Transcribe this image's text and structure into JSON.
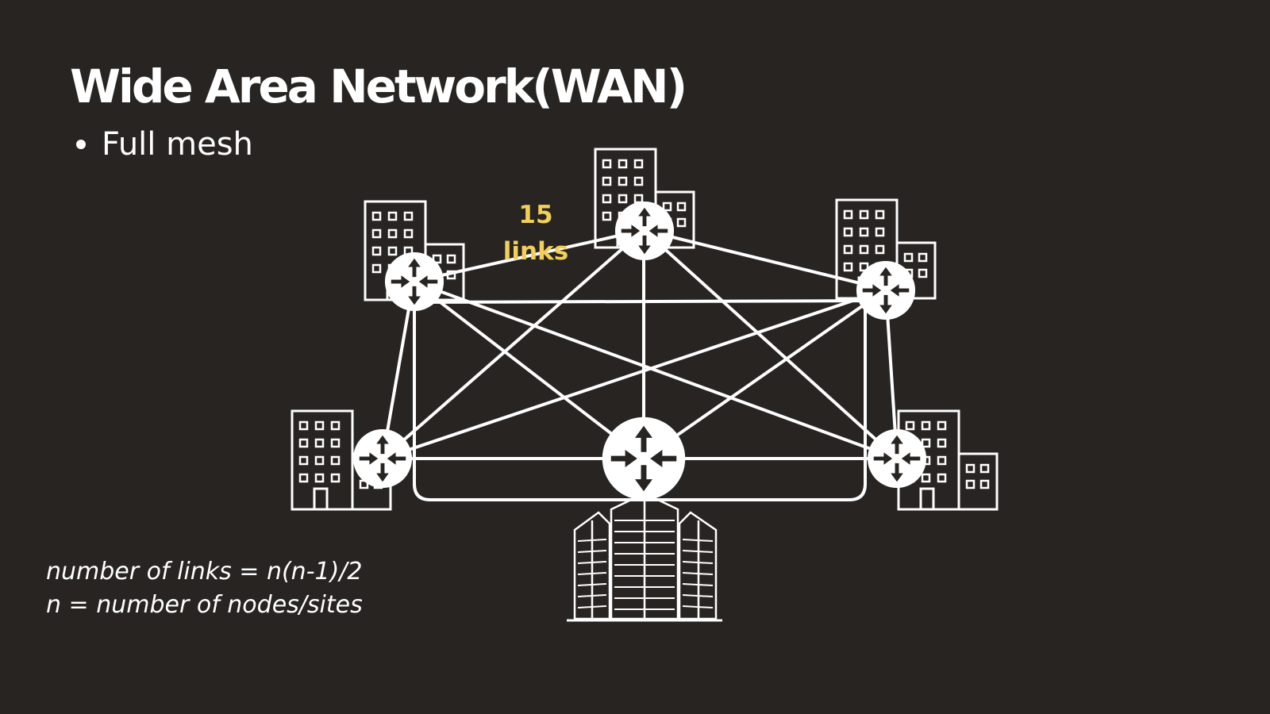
{
  "slide": {
    "title": "Wide Area Network(WAN)",
    "bullet": "Full mesh"
  },
  "callout": {
    "count": "15",
    "unit": "links"
  },
  "formula": {
    "line1": "number of links = n(n-1)/2",
    "line2": "n = number of nodes/sites"
  },
  "diagram": {
    "topology": "full-mesh",
    "node_count": 6,
    "link_count": 15,
    "nodes": [
      {
        "id": "site-top-left",
        "icon": "office-building-icon"
      },
      {
        "id": "site-top-center",
        "icon": "office-building-icon"
      },
      {
        "id": "site-top-right",
        "icon": "office-building-icon"
      },
      {
        "id": "site-mid-left",
        "icon": "office-building-icon"
      },
      {
        "id": "site-hq-center",
        "icon": "skyscraper-icon"
      },
      {
        "id": "site-mid-right",
        "icon": "office-building-icon"
      }
    ],
    "router_icon": "router-icon",
    "colors": {
      "background": "#272421",
      "foreground": "#ffffff",
      "accent": "#f2ce5a"
    }
  }
}
